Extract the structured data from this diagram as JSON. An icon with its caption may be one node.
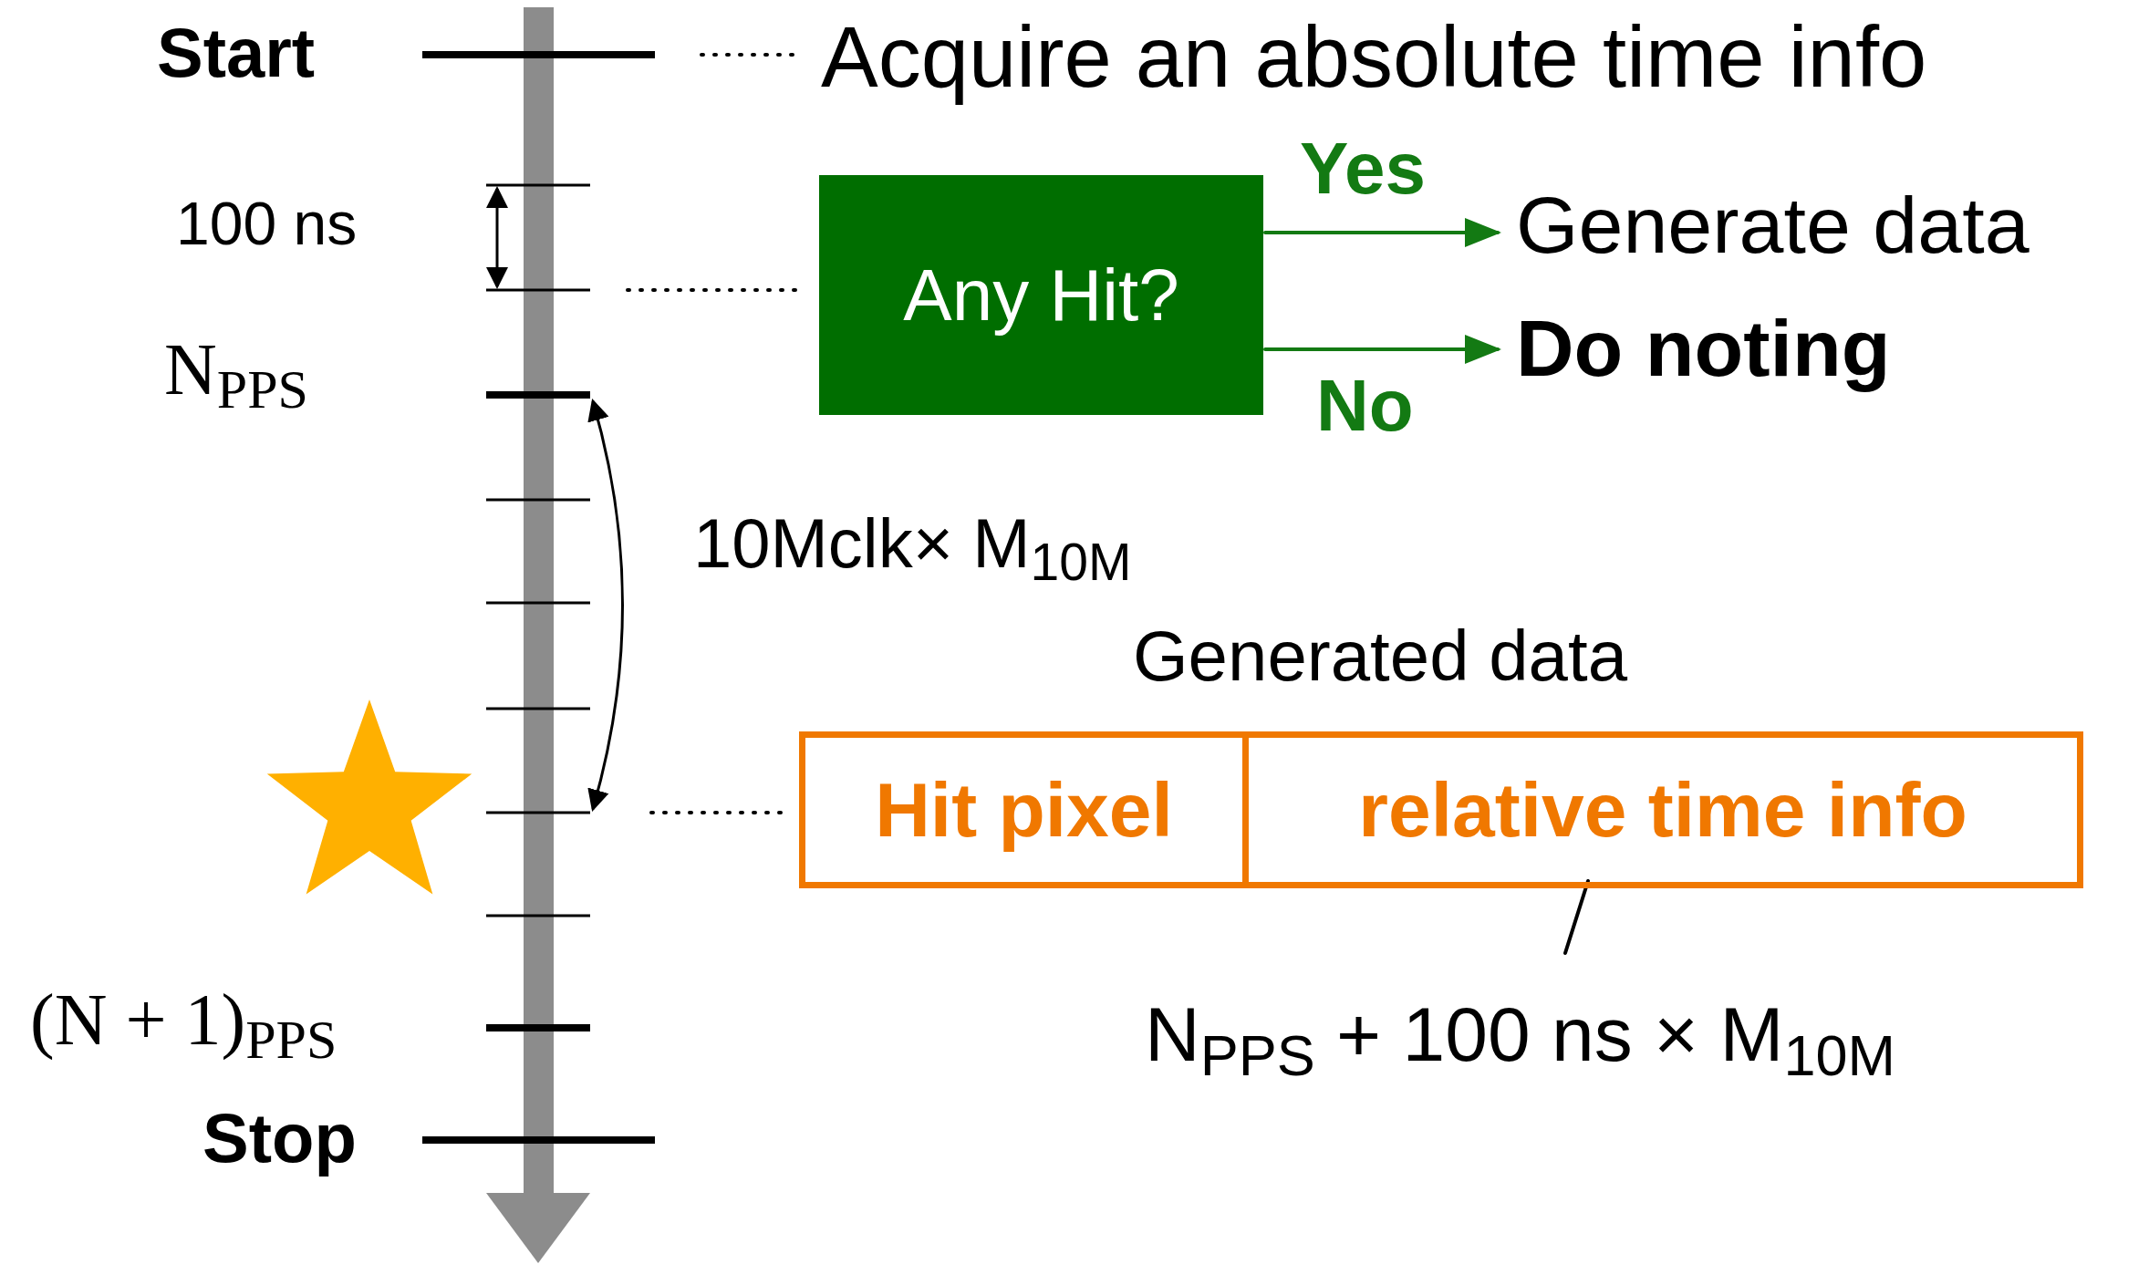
{
  "diagram": {
    "nodes": [
      {
        "text": [
          "Acquire an absolute time info"
        ]
      },
      {
        "text": [
          "Any Hit?"
        ]
      },
      {
        "text": [
          "Generate data"
        ]
      },
      {
        "text": [
          "Do noting"
        ]
      },
      {
        "text": [
          "Generated data"
        ]
      },
      {
        "text": [
          "Hit pixel"
        ],
        "in": 4
      },
      {
        "text": [
          "relative time info"
        ],
        "in": 4
      },
      {
        "text": [
          "N$_{PPS}$ + 100 ns × M$_{10M}$"
        ]
      }
    ],
    "edges": [
      {
        "from": null,
        "to": 0,
        "arrow": "none",
        "style": "dashed"
      },
      {
        "from": null,
        "to": 1,
        "arrow": "none",
        "style": "dashed"
      },
      {
        "from": null,
        "to": 4,
        "arrow": "none",
        "style": "dashed"
      },
      {
        "from": 1,
        "to": 2,
        "arrow": "to",
        "label": "Yes",
        "color": "#137a13"
      },
      {
        "from": 1,
        "to": 3,
        "arrow": "to",
        "label": "No",
        "color": "#137a13"
      },
      {
        "from": 7,
        "to": 6,
        "arrow": "none"
      }
    ],
    "labels": [
      "Start",
      "100 ns",
      "N$_{PPS}$",
      "10Mclk× M$_{10M}$",
      "(N + 1)$_{PPS}$",
      "Stop"
    ]
  }
}
